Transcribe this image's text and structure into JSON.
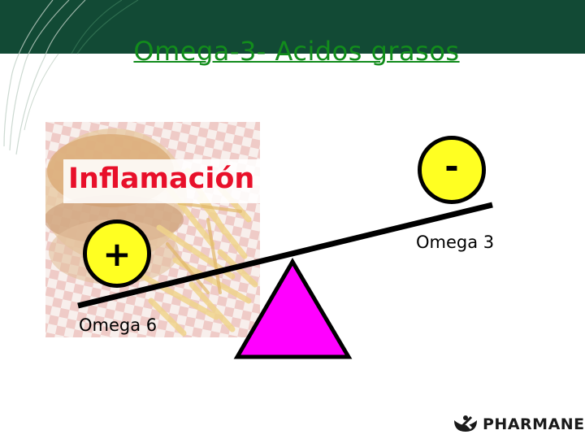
{
  "slide": {
    "title": "Omega-3- Acidos grasos",
    "inflammation_label": "Inflamación",
    "left_weight": {
      "symbol": "+",
      "label": "Omega 6"
    },
    "right_weight": {
      "symbol": "-",
      "label": "Omega 3"
    },
    "logo_text": "PHARMANEX"
  },
  "colors": {
    "header": "#124a35",
    "title": "#128c1c",
    "inflammation": "#e8102a",
    "weight_fill": "#ffff22",
    "fulcrum": "#ff00ff"
  },
  "icons": {
    "logo": "pharmanex-logo-icon",
    "photo": "burger-and-fries-photo"
  }
}
